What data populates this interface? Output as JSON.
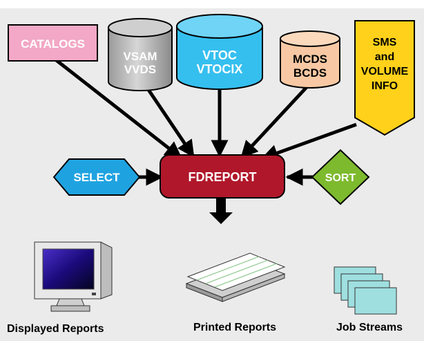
{
  "sources": {
    "catalogs": "CATALOGS",
    "vsam": [
      "VSAM",
      "VVDS"
    ],
    "vtoc": [
      "VTOC",
      "VTOCIX"
    ],
    "mcds": [
      "MCDS",
      "BCDS"
    ],
    "sms": [
      "SMS",
      "and",
      "VOLUME",
      "INFO"
    ]
  },
  "center": "FDREPORT",
  "select": "SELECT",
  "sort": "SORT",
  "outputs": {
    "displayed": "Displayed Reports",
    "printed": "Printed Reports",
    "job": "Job Streams"
  },
  "colors": {
    "panel": "#ebebeb",
    "catalogs": "#f2a8c6",
    "vsam": "#b6b6b6",
    "vtoc": "#35bfef",
    "mcds": "#f7c8a3",
    "sms": "#ffd11a",
    "fdreport": "#b0172a",
    "select": "#1fa3e0",
    "sort": "#7dba2e",
    "job": "#9fdfe0"
  },
  "icons": {
    "displayed": "monitor-icon",
    "printed": "printout-stack-icon",
    "job": "job-card-deck-icon"
  }
}
